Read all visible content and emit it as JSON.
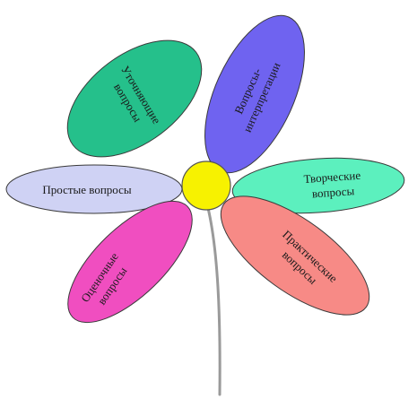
{
  "diagram": {
    "petals": [
      {
        "id": "clarifying",
        "lines": [
          "Уточняющие",
          "вопросы"
        ],
        "color": "#25c08b"
      },
      {
        "id": "interpretation",
        "lines": [
          "Вопросы-",
          "интерпретации"
        ],
        "color": "#6f63f0"
      },
      {
        "id": "simple",
        "lines": [
          "Простые вопросы"
        ],
        "color": "#cfd2f4"
      },
      {
        "id": "creative",
        "lines": [
          "Творческие",
          "вопросы"
        ],
        "color": "#5cf0be"
      },
      {
        "id": "evaluative",
        "lines": [
          "Оценочные",
          "вопросы"
        ],
        "color": "#f04ec0"
      },
      {
        "id": "practical",
        "lines": [
          "Практические",
          "вопросы"
        ],
        "color": "#f78a86"
      }
    ],
    "center_color": "#f7f200",
    "stem_color": "#9a9a9a"
  }
}
